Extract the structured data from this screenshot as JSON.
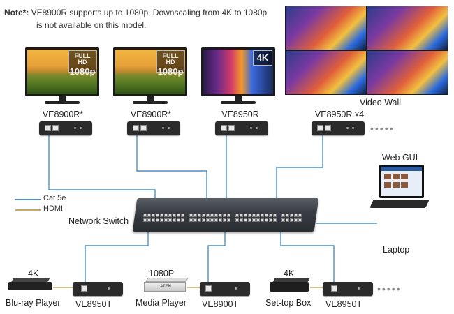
{
  "note": {
    "bold": "Note*:",
    "line1": " VE8900R supports up to 1080p. Downscaling from 4K to 1080p",
    "line2": "is not available on this model."
  },
  "badges": {
    "full_hd_line1": "FULL HD",
    "full_hd_line2": "1080p",
    "four_k": "4K"
  },
  "receivers": [
    {
      "label": "VE8900R*"
    },
    {
      "label": "VE8900R*"
    },
    {
      "label": "VE8950R"
    },
    {
      "label": "VE8950R x4"
    }
  ],
  "video_wall_label": "Video Wall",
  "web_gui_label": "Web GUI",
  "laptop_label": "Laptop",
  "network_switch_label": "Network Switch",
  "legend": [
    {
      "label": "Cat 5e",
      "color": "#4a90c8"
    },
    {
      "label": "HDMI",
      "color": "#c8a860"
    }
  ],
  "sources": [
    {
      "resolution": "4K",
      "device": "Blu-ray Player",
      "transmitter": "VE8950T"
    },
    {
      "resolution": "1080P",
      "device": "Media Player",
      "transmitter": "VE8900T"
    },
    {
      "resolution": "4K",
      "device": "Set-top Box",
      "transmitter": "VE8950T"
    }
  ],
  "media_player_brand": "ATEN",
  "colors": {
    "cat5e": "#4a90c8",
    "hdmi": "#c8a860"
  },
  "continuation": "•••••"
}
